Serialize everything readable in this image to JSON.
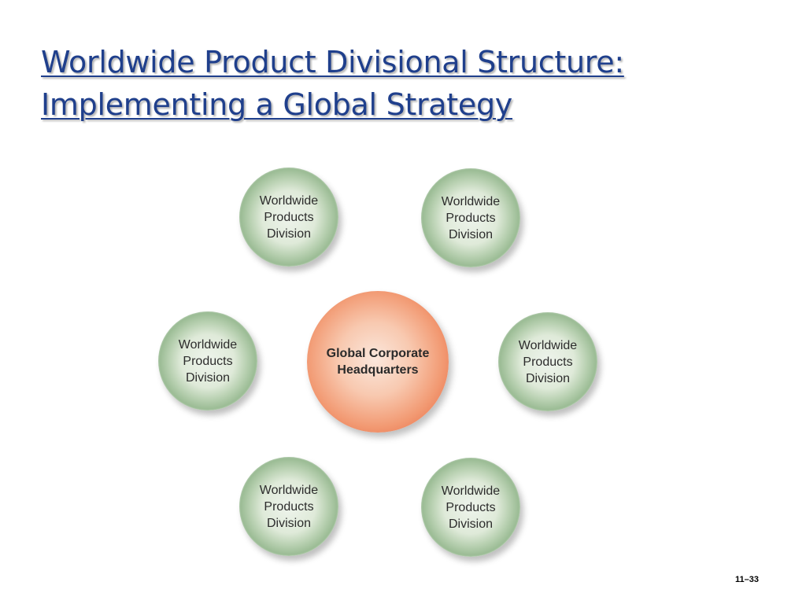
{
  "title": {
    "line1": "Worldwide Product Divisional Structure:",
    "line2": "Implementing a Global Strategy"
  },
  "headquarters": {
    "label": "Global Corporate Headquarters"
  },
  "divisions": [
    {
      "label": "Worldwide Products Division"
    },
    {
      "label": "Worldwide Products Division"
    },
    {
      "label": "Worldwide Products Division"
    },
    {
      "label": "Worldwide Products Division"
    },
    {
      "label": "Worldwide Products Division"
    },
    {
      "label": "Worldwide Products Division"
    }
  ],
  "colors": {
    "title": "#1f3f8c",
    "division_fill": "#86ad80",
    "headquarters_fill": "#e8704a"
  },
  "slide_number": "11–33"
}
